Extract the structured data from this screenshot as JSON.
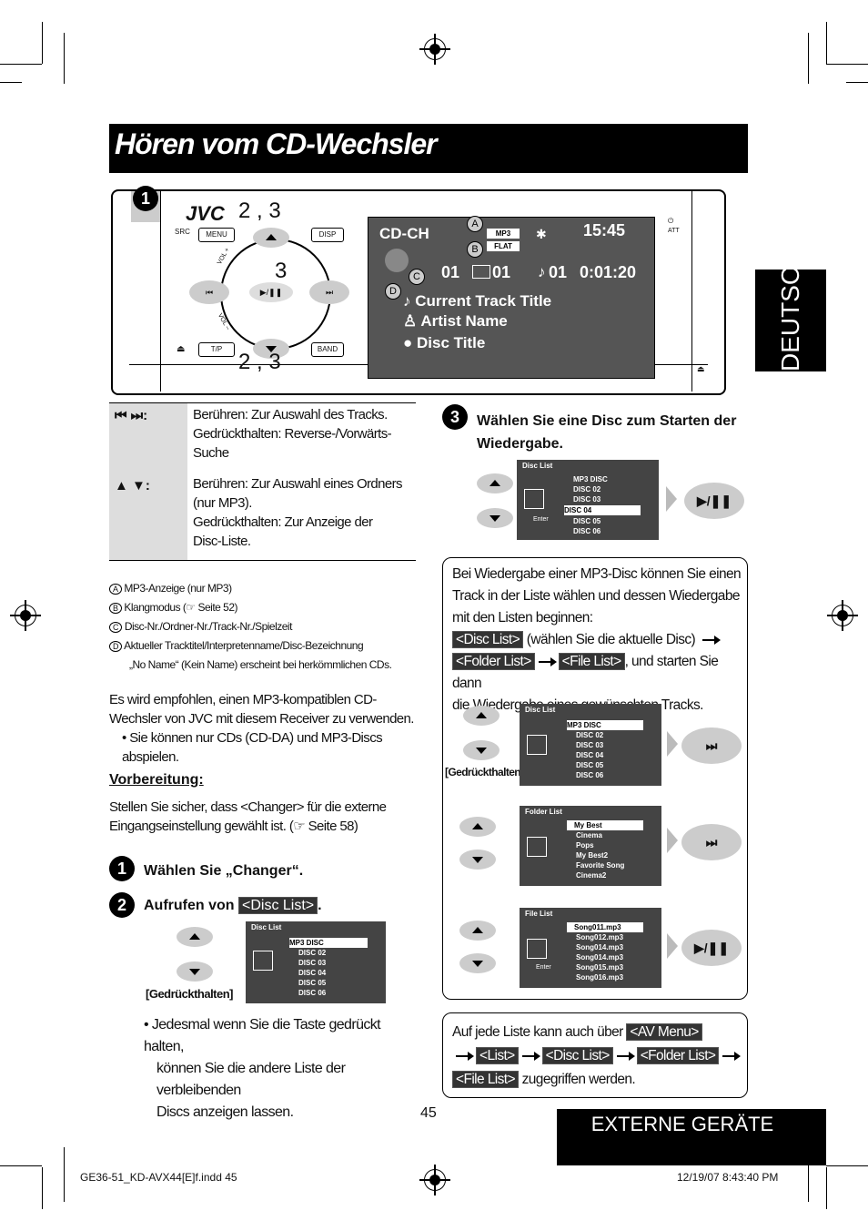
{
  "title": "Hören vom CD-Wechsler",
  "side_tab": "DEUTSCH",
  "bottom_tab": "EXTERNE GERÄTE",
  "page_number": "45",
  "footer": {
    "left": "GE36-51_KD-AVX44[E]f.indd   45",
    "right": "12/19/07   8:43:40 PM"
  },
  "device": {
    "brand": "JVC",
    "buttons": {
      "src": "SRC",
      "menu": "MENU",
      "disp": "DISP",
      "tp": "T/P",
      "band": "BAND",
      "att": "ATT",
      "vol_plus": "VOL +",
      "vol_minus": "VOL –"
    },
    "callouts": {
      "step1": "1",
      "step23_top": "2 , 3",
      "step3": "3",
      "step23_bot": "2 , 3"
    },
    "display": {
      "source": "CD-CH",
      "mp3": "MP3",
      "flat": "FLAT",
      "time": "15:45",
      "disc": "01",
      "folder": "01",
      "track": "01",
      "elapsed": "0:01:20",
      "track_title": "Current Track Title",
      "artist": "Artist Name",
      "disc_title": "Disc Title",
      "labels": [
        "A",
        "B",
        "C",
        "D"
      ]
    }
  },
  "key_table": [
    {
      "key": "⏮ ⏭:",
      "lines": [
        "Berühren: Zur Auswahl des Tracks.",
        "Gedrückthalten: Reverse-/Vorwärts-",
        "Suche"
      ]
    },
    {
      "key": "▲ ▼:",
      "lines": [
        "Berühren: Zur Auswahl eines Ordners",
        "(nur MP3).",
        "Gedrückthalten: Zur Anzeige der",
        "Disc-Liste."
      ]
    }
  ],
  "legend": [
    {
      "letter": "A",
      "text": "MP3-Anzeige (nur MP3)"
    },
    {
      "letter": "B",
      "text": "Klangmodus (☞ Seite 52)"
    },
    {
      "letter": "C",
      "text": "Disc-Nr./Ordner-Nr./Track-Nr./Spielzeit"
    },
    {
      "letter": "D",
      "text": "Aktueller Tracktitel/Interpretenname/Disc-Bezeichnung"
    }
  ],
  "legend_note": "„No Name“ (Kein Name) erscheint bei herkömmlichen CDs.",
  "recommend": [
    "Es wird empfohlen, einen MP3-kompatiblen CD-",
    "Wechsler von JVC mit diesem Receiver zu verwenden."
  ],
  "recommend_bullet": "Sie können nur CDs (CD-DA) und MP3-Discs abspielen.",
  "prep_heading": "Vorbereitung:",
  "prep_text": [
    "Stellen Sie sicher, dass <Changer> für die externe",
    "Eingangseinstellung gewählt ist. (☞ Seite 58)"
  ],
  "steps": {
    "s1": {
      "num": "1",
      "text": "Wählen Sie „Changer“."
    },
    "s2": {
      "num": "2",
      "text": "Aufrufen von",
      "tag": "<Disc List>",
      "end": "."
    },
    "s3": {
      "num": "3",
      "line1": "Wählen Sie eine Disc zum Starten der",
      "line2": "Wiedergabe."
    }
  },
  "hold_label": "[Gedrückthalten]",
  "hold_bullet": [
    "Jedesmal wenn Sie die Taste gedrückt halten,",
    "können Sie die andere Liste der verbleibenden",
    "Discs anzeigen lassen."
  ],
  "mp3_box": {
    "lines": [
      "Bei Wiedergabe einer MP3-Disc können Sie einen",
      "Track in der Liste wählen und dessen Wiedergabe",
      "mit den Listen beginnen:"
    ],
    "tag1": "<Disc List>",
    "after1": "(wählen Sie die aktuelle Disc)",
    "tag2": "<Folder List>",
    "tag3": "<File List>",
    "after3": ", und starten Sie dann",
    "last": "die Wiedergabe eines gewünschten Tracks."
  },
  "av_box": {
    "before": "Auf jede Liste kann auch über",
    "tag_av": "<AV Menu>",
    "tag_list": "<List>",
    "tag_disc": "<Disc List>",
    "tag_folder": "<Folder List>",
    "tag_file": "<File List>",
    "after": "zugegriffen werden."
  },
  "screens": {
    "disc_list_title": "Disc List",
    "folder_list_title": "Folder List",
    "file_list_title": "File List",
    "enter": "Enter",
    "discs_a": [
      "MP3 DISC",
      "DISC 02",
      "DISC 03",
      "DISC 04",
      "DISC 05",
      "DISC 06"
    ],
    "folders": [
      "My Best",
      "Cinema",
      "Pops",
      "My Best2",
      "Favorite Song",
      "Cinema2"
    ],
    "files": [
      "Song011.mp3",
      "Song012.mp3",
      "Song014.mp3",
      "Song014.mp3",
      "Song015.mp3",
      "Song016.mp3"
    ],
    "play_pause": "▶/❚❚",
    "next": "⏭"
  }
}
